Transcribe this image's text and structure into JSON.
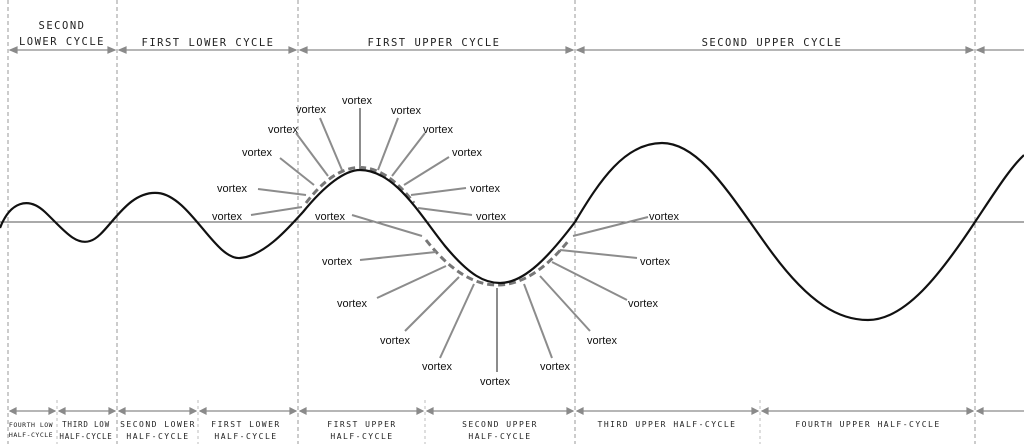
{
  "top_labels": {
    "second_lower_cycle": [
      "SECOND",
      "LOWER CYCLE"
    ],
    "first_lower_cycle": "FIRST LOWER CYCLE",
    "first_upper_cycle": "FIRST UPPER CYCLE",
    "second_upper_cycle": "SECOND UPPER CYCLE"
  },
  "bottom_labels": {
    "fourth_low_half_cycle": [
      "FOURTH LOW",
      "HALF-CYCLE"
    ],
    "third_low_half_cycle": [
      "THIRD LOW",
      "HALF-CYCLE"
    ],
    "second_lower_half_cycle": [
      "SECOND LOWER",
      "HALF-CYCLE"
    ],
    "first_lower_half_cycle": [
      "FIRST LOWER",
      "HALF-CYCLE"
    ],
    "first_upper_half_cycle": [
      "FIRST UPPER",
      "HALF-CYCLE"
    ],
    "second_upper_half_cycle": [
      "SECOND UPPER",
      "HALF-CYCLE"
    ],
    "third_upper_half_cycle": "THIRD UPPER HALF-CYCLE",
    "fourth_upper_half_cycle": "FOURTH UPPER HALF-CYCLE"
  },
  "vortex_label": "vortex"
}
